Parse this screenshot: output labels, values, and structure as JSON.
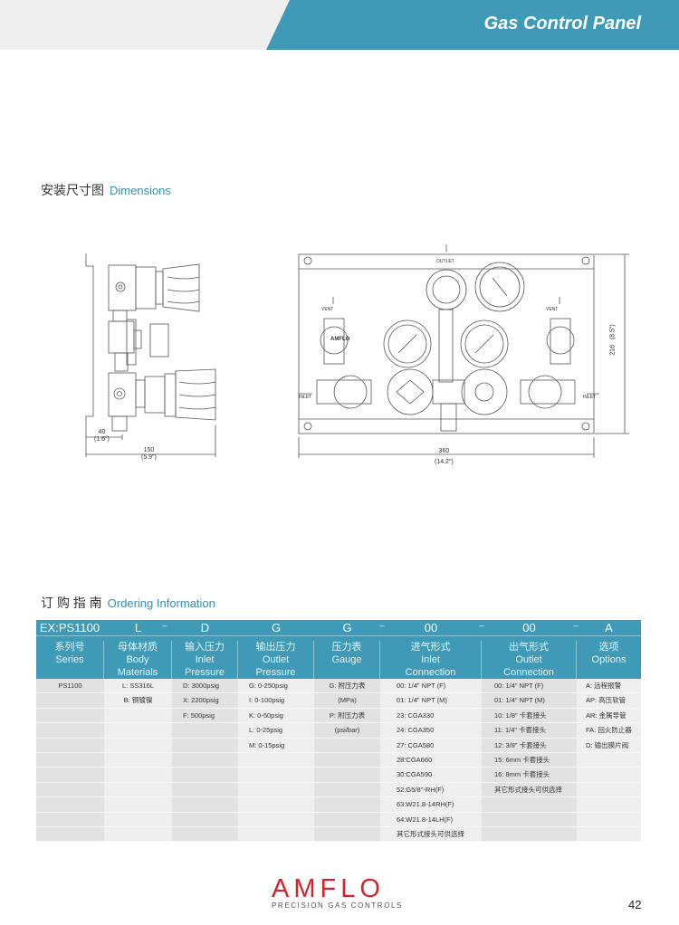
{
  "header": {
    "title": "Gas Control Panel"
  },
  "dimensions": {
    "title_cn": "安装尺寸图",
    "title_en": "Dimensions",
    "side_view": {
      "dim_40": "40",
      "dim_40_in": "(1.6\")",
      "dim_150": "150",
      "dim_150_in": "(5.9\")"
    },
    "front_view": {
      "outlet": "OUTLET",
      "vent_left": "VENT",
      "vent_right": "VENT",
      "inlet_left": "INLET",
      "inlet_right": "INLET",
      "dim_360": "360",
      "dim_360_in": "(14.2\")",
      "dim_216": "216",
      "dim_216_in": "(8.5\")",
      "knob_brand": "AMFLO"
    }
  },
  "ordering": {
    "title_cn": "订 购 指 南",
    "title_en": "Ordering Information",
    "example": [
      "EX:PS1100",
      "L",
      "D",
      "G",
      "G",
      "00",
      "00",
      "A"
    ],
    "dash": "–",
    "columns": [
      {
        "cn": "系列号",
        "en1": "Series",
        "en2": "",
        "values": [
          "PS1100"
        ],
        "align": "center"
      },
      {
        "cn": "母体材质",
        "en1": "Body",
        "en2": "Materials",
        "values": [
          "L: SS316L",
          "B: 铜镀镍"
        ],
        "align": "center"
      },
      {
        "cn": "输入压力",
        "en1": "Inlet",
        "en2": "Pressure",
        "values": [
          "D: 3000psig",
          "X: 2200psig",
          "F: 500psig"
        ],
        "align": "left"
      },
      {
        "cn": "输出压力",
        "en1": "Outlet",
        "en2": "Pressure",
        "values": [
          "G: 0-250psig",
          "I: 0-100psig",
          "K: 0-50psig",
          "L: 0-25psig",
          "M: 0-15psig"
        ],
        "align": "left"
      },
      {
        "cn": "压力表",
        "en1": "Gauge",
        "en2": "",
        "values": [
          "G: 附压力表",
          "(MPa)",
          "P: 附压力表",
          "(psi/bar)"
        ],
        "align": "center"
      },
      {
        "cn": "进气形式",
        "en1": "Inlet",
        "en2": "Connection",
        "values": [
          "00: 1/4\" NPT (F)",
          "01: 1/4\" NPT (M)",
          "23: CGA330",
          "24: CGA350",
          "27: CGA580",
          "28:CGA660",
          "30:CGA590",
          "52:G5/8\"-RH(F)",
          "63:W21.8-14RH(F)",
          "64:W21.8-14LH(F)",
          "其它形式接头可供选择"
        ],
        "align": "left"
      },
      {
        "cn": "出气形式",
        "en1": "Outlet",
        "en2": "Connection",
        "values": [
          "00: 1/4\" NPT (F)",
          "01: 1/4\" NPT (M)",
          "10: 1/8\" 卡套接头",
          "11: 1/4\" 卡套接头",
          "12: 3/8\" 卡套接头",
          "15: 6mm 卡套接头",
          "16: 8mm 卡套接头",
          "其它形式接头可供选择"
        ],
        "align": "left"
      },
      {
        "cn": "选项",
        "en1": "Options",
        "en2": "",
        "values": [
          "A: 远程报警",
          "AP: 高压软管",
          "AR: 金属导管",
          "FA: 回火防止器",
          "D: 输出膜片阀"
        ],
        "align": "left"
      }
    ]
  },
  "footer": {
    "brand": "AMFLO",
    "tagline": "PRECISION GAS CONTROLS",
    "page": "42"
  },
  "colors": {
    "teal": "#3e9ab6",
    "brand_red": "#d6242d"
  }
}
